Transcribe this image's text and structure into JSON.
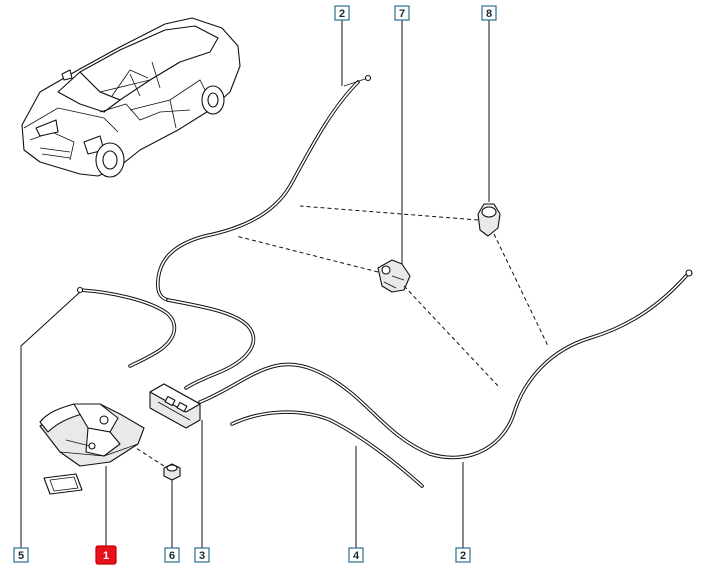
{
  "callouts": [
    {
      "id": "c2_top",
      "label": "2"
    },
    {
      "id": "c7",
      "label": "7"
    },
    {
      "id": "c8",
      "label": "8"
    },
    {
      "id": "c5",
      "label": "5"
    },
    {
      "id": "c1",
      "label": "1",
      "highlighted": true
    },
    {
      "id": "c6",
      "label": "6"
    },
    {
      "id": "c3",
      "label": "3"
    },
    {
      "id": "c4",
      "label": "4"
    },
    {
      "id": "c2_bottom",
      "label": "2"
    }
  ],
  "colors": {
    "highlight": "#e8101a",
    "callout_border": "#2b6e8f",
    "line": "#111111"
  }
}
